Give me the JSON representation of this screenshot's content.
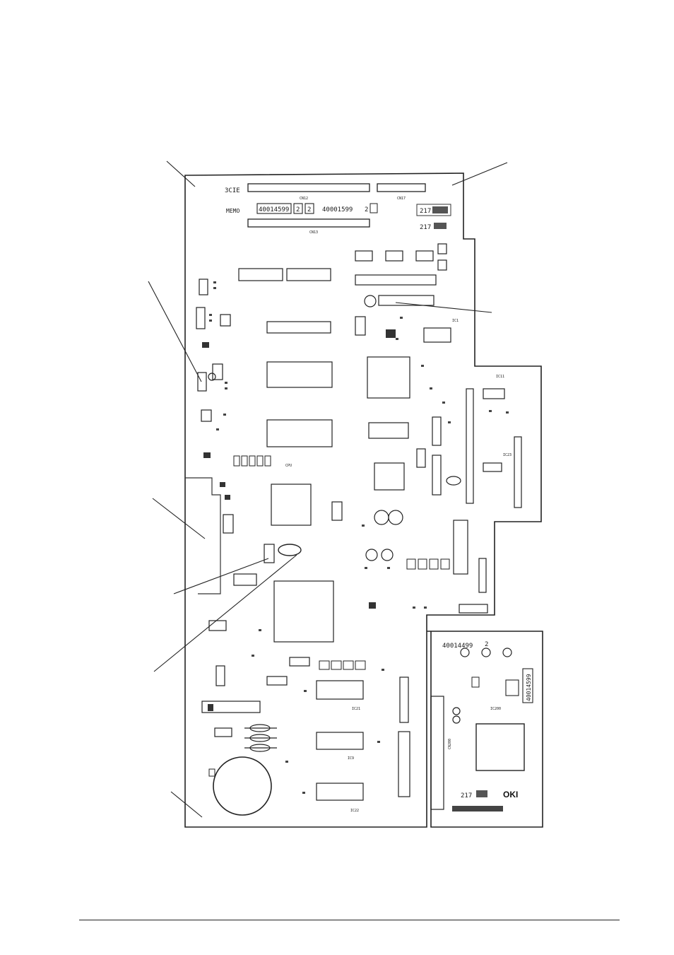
{
  "board": {
    "part_number_main": "40014599",
    "part_number_alt": "40001599",
    "rev_main": "2",
    "rev_box_a": "2",
    "rev_box_b": "2",
    "rev_alt": "2",
    "part_number_sub": "40014499",
    "rev_sub": "2",
    "code_a": "217",
    "code_b": "217",
    "code_c": "217",
    "brand": "OKI",
    "mirror_text": "MEMO",
    "chip_labels": {
      "cn_top_a": "CN12",
      "cn_top_b": "CN17",
      "cn_mid": "CN13",
      "ic_cpu": "CPU",
      "ic_main": "IC21",
      "ic_sub": "IC200",
      "ic22": "IC22",
      "ic9": "IC9",
      "ic1": "IC1",
      "ic11": "IC11",
      "ic23": "IC23",
      "cn200": "CN200"
    }
  }
}
